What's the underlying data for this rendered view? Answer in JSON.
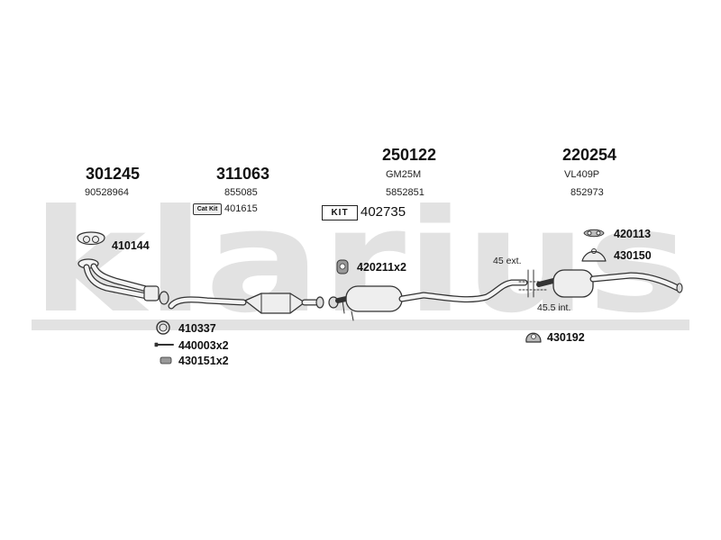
{
  "watermark": {
    "text": "klarius",
    "color": "#e2e2e2"
  },
  "assemblies": [
    {
      "number": "301245",
      "ref": "90528964"
    },
    {
      "number": "311063",
      "ref": "855085"
    },
    {
      "number": "250122",
      "ref": "GM25M",
      "ref2": "5852851"
    },
    {
      "number": "220254",
      "ref": "VL409P",
      "ref2": "852973"
    }
  ],
  "kits": [
    {
      "badge": "Cat Kit",
      "number": "401615"
    },
    {
      "badge": "KIT",
      "number": "402735"
    }
  ],
  "parts": [
    {
      "number": "410144",
      "icon": "gasket-icon"
    },
    {
      "number": "410337",
      "icon": "ring-icon"
    },
    {
      "number": "440003x2",
      "icon": "bolt-icon"
    },
    {
      "number": "430151x2",
      "icon": "spring-icon"
    },
    {
      "number": "420211x2",
      "icon": "rubber-mount-icon"
    },
    {
      "number": "420113",
      "icon": "rubber-hanger-icon"
    },
    {
      "number": "430150",
      "icon": "bracket-icon"
    },
    {
      "number": "430192",
      "icon": "clamp-icon"
    }
  ],
  "notes": {
    "ext": "45 ext.",
    "int": "45.5 int."
  },
  "colors": {
    "pipe_stroke": "#333333",
    "pipe_fill": "#f4f4f4",
    "band": "#e2e2e2"
  }
}
